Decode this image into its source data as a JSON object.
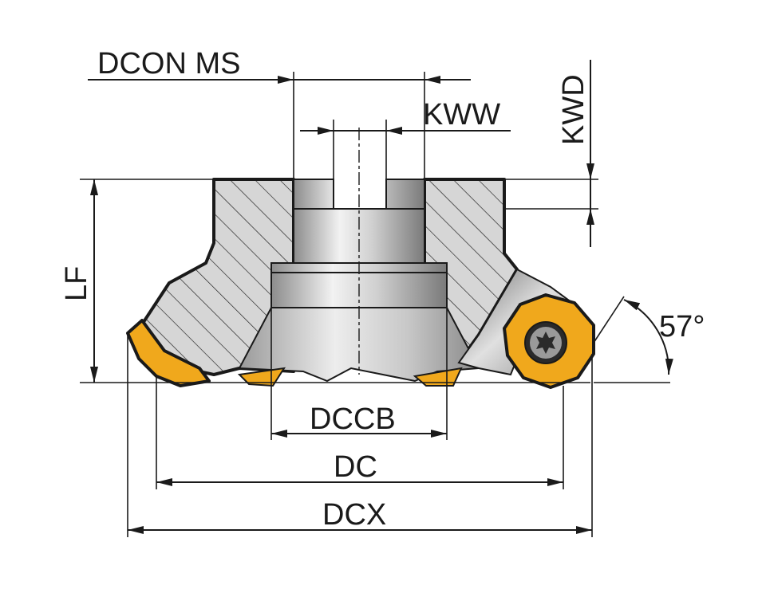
{
  "diagram": {
    "labels": {
      "dcon_ms": "DCON MS",
      "kww": "KWW",
      "kwd": "KWD",
      "lf": "LF",
      "angle": "57°",
      "dccb": "DCCB",
      "dc": "DC",
      "dcx": "DCX"
    },
    "colors": {
      "insert": "#f0a81c",
      "body_fill": "#b4b4b4",
      "bore_light": "#e8e8e8",
      "line": "#1a1a1a"
    },
    "icons": [
      "torx-screw-icon"
    ]
  }
}
